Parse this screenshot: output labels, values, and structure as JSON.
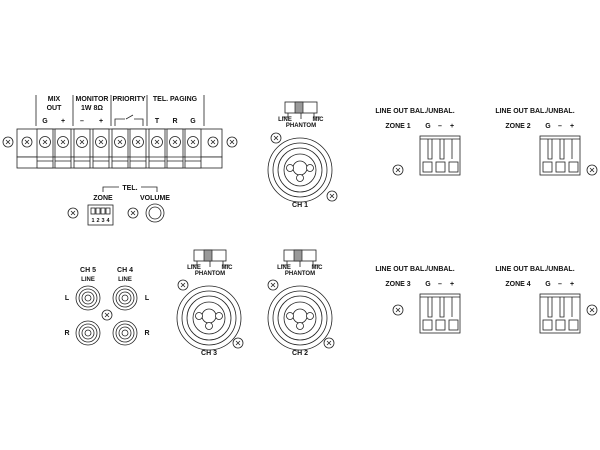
{
  "terminal_block": {
    "groups": {
      "mix_out_1": "MIX",
      "mix_out_2": "OUT",
      "monitor_1": "MONITOR",
      "monitor_2": "1W 8Ω",
      "priority": "PRIORITY",
      "tel_paging": "TEL. PAGING"
    },
    "pins": [
      "G",
      "+",
      "–",
      "+",
      "T",
      "R",
      "G"
    ]
  },
  "tel": {
    "title": "TEL.",
    "zone": "ZONE",
    "volume": "VOLUME",
    "dip": [
      "1",
      "2",
      "3",
      "4"
    ]
  },
  "phantom": {
    "line": "LINE",
    "mic": "MIC",
    "phantom": "PHANTOM"
  },
  "channels": {
    "ch1": "CH 1",
    "ch2": "CH 2",
    "ch3": "CH 3",
    "ch4": "CH 4",
    "ch5": "CH 5",
    "line": "LINE",
    "l": "L",
    "r": "R"
  },
  "line_out": {
    "title": "LINE OUT BAL./UNBAL.",
    "pins": [
      "G",
      "–",
      "+"
    ],
    "zones": [
      "ZONE 1",
      "ZONE 2",
      "ZONE 3",
      "ZONE 4"
    ]
  }
}
